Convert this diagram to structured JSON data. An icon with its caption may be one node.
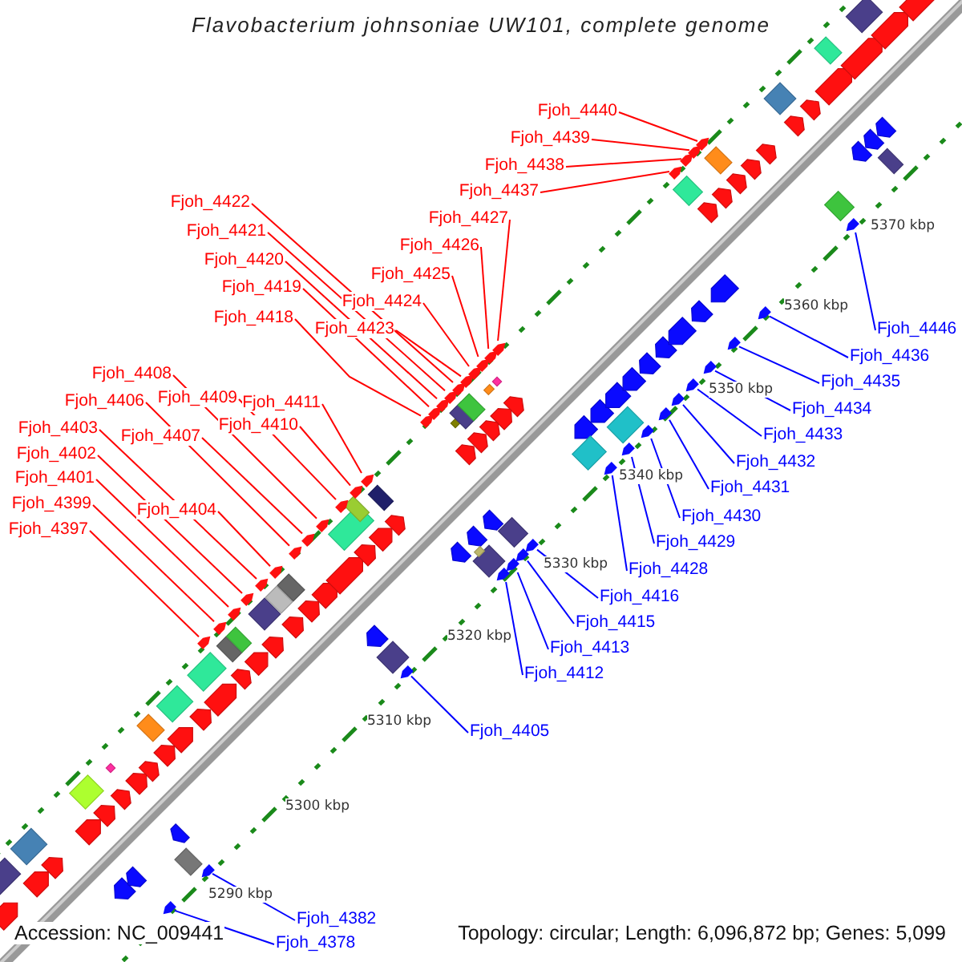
{
  "diagram": {
    "title": "Flavobacterium johnsoniae UW101, complete genome",
    "nodes": [
      {
        "text": [
          "Fjoh_4440"
        ]
      },
      {
        "text": [
          "Fjoh_4439"
        ]
      },
      {
        "text": [
          "Fjoh_4438"
        ]
      },
      {
        "text": [
          "Fjoh_4437"
        ]
      },
      {
        "text": [
          "Fjoh_4422"
        ]
      },
      {
        "text": [
          "Fjoh_4427"
        ]
      },
      {
        "text": [
          "Fjoh_4421"
        ]
      },
      {
        "text": [
          "Fjoh_4426"
        ]
      },
      {
        "text": [
          "Fjoh_4420"
        ]
      },
      {
        "text": [
          "Fjoh_4425"
        ]
      },
      {
        "text": [
          "Fjoh_4419"
        ]
      },
      {
        "text": [
          "Fjoh_4424"
        ]
      },
      {
        "text": [
          "Fjoh_4418"
        ]
      },
      {
        "text": [
          "Fjoh_4423"
        ]
      },
      {
        "text": [
          "Fjoh_4408"
        ]
      },
      {
        "text": [
          "Fjoh_4409"
        ]
      },
      {
        "text": [
          "Fjoh_4411"
        ]
      },
      {
        "text": [
          "Fjoh_4406"
        ]
      },
      {
        "text": [
          "Fjoh_4410"
        ]
      },
      {
        "text": [
          "Fjoh_4403"
        ]
      },
      {
        "text": [
          "Fjoh_4407"
        ]
      },
      {
        "text": [
          "Fjoh_4402"
        ]
      },
      {
        "text": [
          "Fjoh_4401"
        ]
      },
      {
        "text": [
          "Fjoh_4399"
        ]
      },
      {
        "text": [
          "Fjoh_4404"
        ]
      },
      {
        "text": [
          "Fjoh_4397"
        ]
      },
      {
        "text": [
          "Fjoh_4446"
        ]
      },
      {
        "text": [
          "Fjoh_4436"
        ]
      },
      {
        "text": [
          "Fjoh_4435"
        ]
      },
      {
        "text": [
          "Fjoh_4434"
        ]
      },
      {
        "text": [
          "Fjoh_4433"
        ]
      },
      {
        "text": [
          "Fjoh_4432"
        ]
      },
      {
        "text": [
          "Fjoh_4431"
        ]
      },
      {
        "text": [
          "Fjoh_4430"
        ]
      },
      {
        "text": [
          "Fjoh_4429"
        ]
      },
      {
        "text": [
          "Fjoh_4428"
        ]
      },
      {
        "text": [
          "Fjoh_4416"
        ]
      },
      {
        "text": [
          "Fjoh_4415"
        ]
      },
      {
        "text": [
          "Fjoh_4413"
        ]
      },
      {
        "text": [
          "Fjoh_4412"
        ]
      },
      {
        "text": [
          "Fjoh_4405"
        ]
      },
      {
        "text": [
          "Fjoh_4382"
        ]
      },
      {
        "text": [
          "Fjoh_4378"
        ]
      },
      {
        "text": [],
        "shape": "arrow"
      },
      {
        "text": [],
        "shape": "arrow"
      },
      {
        "text": [],
        "shape": "arrow"
      },
      {
        "text": [],
        "shape": "arrow"
      },
      {
        "text": [],
        "shape": "arrow"
      },
      {
        "text": [],
        "shape": "arrow"
      },
      {
        "text": [],
        "shape": "arrow"
      },
      {
        "text": [],
        "shape": "arrow"
      },
      {
        "text": [],
        "shape": "arrow"
      },
      {
        "text": [],
        "shape": "arrow"
      },
      {
        "text": [],
        "shape": "arrow"
      },
      {
        "text": [],
        "shape": "arrow"
      },
      {
        "text": [],
        "shape": "arrow"
      },
      {
        "text": [],
        "shape": "arrow"
      },
      {
        "text": [],
        "shape": "arrow"
      },
      {
        "text": [],
        "shape": "arrow"
      },
      {
        "text": [],
        "shape": "arrow"
      },
      {
        "text": [],
        "shape": "arrow"
      },
      {
        "text": [],
        "shape": "arrow"
      },
      {
        "text": [],
        "shape": "arrow"
      },
      {
        "text": [],
        "shape": "arrow"
      },
      {
        "text": [],
        "shape": "arrow"
      },
      {
        "text": [],
        "shape": "arrow"
      },
      {
        "text": [],
        "shape": "arrow"
      },
      {
        "text": [],
        "shape": "arrow"
      },
      {
        "text": [],
        "shape": "arrow"
      },
      {
        "text": [],
        "shape": "arrow"
      },
      {
        "text": [],
        "shape": "arrow"
      },
      {
        "text": [],
        "shape": "arrow"
      },
      {
        "text": [],
        "shape": "arrow"
      },
      {
        "text": [],
        "shape": "arrow"
      },
      {
        "text": [],
        "shape": "arrow"
      },
      {
        "text": [],
        "shape": "arrow"
      },
      {
        "text": [],
        "shape": "arrow"
      },
      {
        "text": [],
        "shape": "arrow"
      },
      {
        "text": [],
        "shape": "arrow"
      },
      {
        "text": [],
        "shape": "arrow"
      },
      {
        "text": [],
        "shape": "arrow"
      },
      {
        "text": [],
        "shape": "arrow"
      },
      {
        "text": [],
        "shape": "arrow"
      },
      {
        "text": [],
        "shape": "arrow"
      },
      {
        "text": [],
        "shape": "arrow"
      },
      {
        "text": [],
        "shape": "arrow"
      }
    ],
    "edges": [
      {
        "from": 0,
        "to": 43,
        "arrow": "none"
      },
      {
        "from": 1,
        "to": 44,
        "arrow": "none"
      },
      {
        "from": 2,
        "to": 45,
        "arrow": "none"
      },
      {
        "from": 3,
        "to": 46,
        "arrow": "none"
      },
      {
        "from": 4,
        "to": 47,
        "arrow": "none"
      },
      {
        "from": 5,
        "to": 48,
        "arrow": "none"
      },
      {
        "from": 6,
        "to": 49,
        "arrow": "none"
      },
      {
        "from": 7,
        "to": 50,
        "arrow": "none"
      },
      {
        "from": 8,
        "to": 51,
        "arrow": "none"
      },
      {
        "from": 9,
        "to": 52,
        "arrow": "none"
      },
      {
        "from": 10,
        "to": 53,
        "arrow": "none"
      },
      {
        "from": 11,
        "to": 54,
        "arrow": "none"
      },
      {
        "from": 12,
        "to": 55,
        "arrow": "none"
      },
      {
        "from": 13,
        "to": 56,
        "arrow": "none"
      },
      {
        "from": 14,
        "to": 57,
        "arrow": "none"
      },
      {
        "from": 15,
        "to": 58,
        "arrow": "none"
      },
      {
        "from": 16,
        "to": 59,
        "arrow": "none"
      },
      {
        "from": 17,
        "to": 60,
        "arrow": "none"
      },
      {
        "from": 18,
        "to": 61,
        "arrow": "none"
      },
      {
        "from": 19,
        "to": 62,
        "arrow": "none"
      },
      {
        "from": 20,
        "to": 63,
        "arrow": "none"
      },
      {
        "from": 21,
        "to": 64,
        "arrow": "none"
      },
      {
        "from": 22,
        "to": 65,
        "arrow": "none"
      },
      {
        "from": 23,
        "to": 66,
        "arrow": "none"
      },
      {
        "from": 24,
        "to": 67,
        "arrow": "none"
      },
      {
        "from": 25,
        "to": 68,
        "arrow": "none"
      },
      {
        "from": 26,
        "to": 69,
        "arrow": "none",
        "color": "#0000ff"
      },
      {
        "from": 27,
        "to": 70,
        "arrow": "none",
        "color": "#0000ff"
      },
      {
        "from": 28,
        "to": 71,
        "arrow": "none",
        "color": "#0000ff"
      },
      {
        "from": 29,
        "to": 72,
        "arrow": "none",
        "color": "#0000ff"
      },
      {
        "from": 30,
        "to": 73,
        "arrow": "none",
        "color": "#0000ff"
      },
      {
        "from": 31,
        "to": 74,
        "arrow": "none",
        "color": "#0000ff"
      },
      {
        "from": 32,
        "to": 75,
        "arrow": "none",
        "color": "#0000ff"
      },
      {
        "from": 33,
        "to": 76,
        "arrow": "none",
        "color": "#0000ff"
      },
      {
        "from": 34,
        "to": 77,
        "arrow": "none",
        "color": "#0000ff"
      },
      {
        "from": 35,
        "to": 78,
        "arrow": "none",
        "color": "#0000ff"
      },
      {
        "from": 36,
        "to": 79,
        "arrow": "none",
        "color": "#0000ff"
      },
      {
        "from": 37,
        "to": 80,
        "arrow": "none",
        "color": "#0000ff"
      },
      {
        "from": 38,
        "to": 81,
        "arrow": "none",
        "color": "#0000ff"
      },
      {
        "from": 39,
        "to": 82,
        "arrow": "none",
        "color": "#0000ff"
      },
      {
        "from": 40,
        "to": 83,
        "arrow": "none",
        "color": "#0000ff"
      },
      {
        "from": 41,
        "to": 84,
        "arrow": "none",
        "color": "#0000ff"
      },
      {
        "from": 42,
        "to": 85,
        "arrow": "none",
        "color": "#0000ff"
      }
    ],
    "labels": [
      "5370 kbp",
      "5360 kbp",
      "5350 kbp",
      "5340 kbp",
      "5330 kbp",
      "5320 kbp",
      "5310 kbp",
      "5300 kbp",
      "5290 kbp",
      "Accession: NC_009441",
      "Topology: circular; Length: 6,096,872 bp; Genes: 5,099"
    ]
  }
}
